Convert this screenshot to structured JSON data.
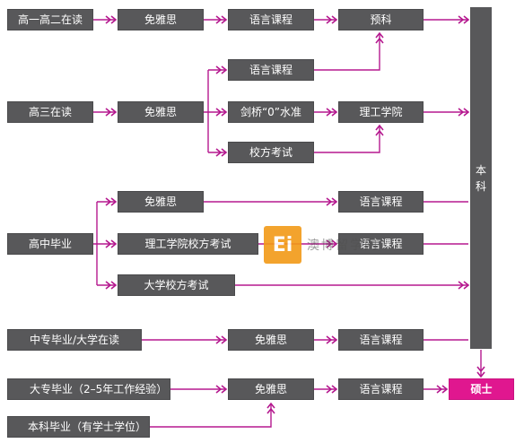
{
  "colors": {
    "box": "#58585a",
    "accent": "#b5198f",
    "highlight": "#e0178f"
  },
  "nodes": {
    "g1_start": "高一高二在读",
    "g1_ielts": "免雅思",
    "g1_lang": "语言课程",
    "g1_pre": "预科",
    "g3_lang": "语言课程",
    "g3_start": "高三在读",
    "g3_ielts": "免雅思",
    "g3_cambridge": "剑桥“0”水准",
    "g3_poly": "理工学院",
    "g3_exam": "校方考试",
    "hs_ielts": "免雅思",
    "hs_lang": "语言课程",
    "hs_start": "高中毕业",
    "hs_poly_exam": "理工学院校方考试",
    "hs_poly_lang": "语言课程",
    "hs_uni_exam": "大学校方考试",
    "cs_start": "中专毕业/大学在读",
    "cs_ielts": "免雅思",
    "cs_lang": "语言课程",
    "jc_start": "大专毕业（2–5年工作经验）",
    "jc_ielts": "免雅思",
    "jc_lang": "语言课程",
    "master": "硕士",
    "bc_start": "本科毕业（有学士学位）"
  },
  "bachelor": {
    "char1": "本",
    "char2": "科"
  },
  "watermark": {
    "logo": "Ei",
    "text": "澳博留学网"
  }
}
